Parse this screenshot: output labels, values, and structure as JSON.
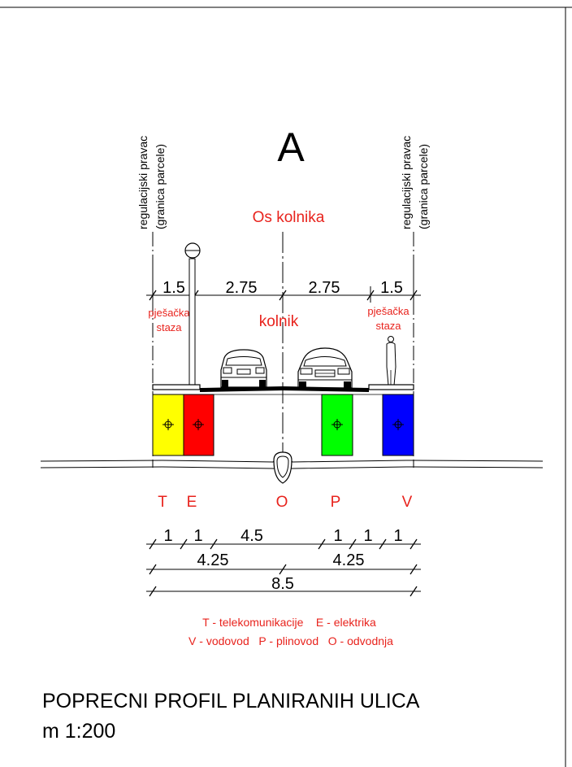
{
  "section_letter": "A",
  "boundary_label": {
    "left": {
      "line1": "regulacijski pravac",
      "line2": "(granica parcele)"
    },
    "right": {
      "line1": "regulacijski pravac",
      "line2": "(granica parcele)"
    }
  },
  "axis_label": "Os kolnika",
  "zones": {
    "sidewalk_left": {
      "line1": "pješačka",
      "line2": "staza"
    },
    "roadway": "kolnik",
    "sidewalk_right": {
      "line1": "pješačka",
      "line2": "staza"
    }
  },
  "top_dimensions": [
    "1.5",
    "2.75",
    "2.75",
    "1.5"
  ],
  "utilities": [
    {
      "code": "T",
      "color": "#ffff00"
    },
    {
      "code": "E",
      "color": "#ff0000"
    },
    {
      "code": "O",
      "color": "#ffffff"
    },
    {
      "code": "P",
      "color": "#00ff00"
    },
    {
      "code": "V",
      "color": "#0000ff"
    }
  ],
  "bottom_dimensions": {
    "row1": [
      "1",
      "1",
      "4.5",
      "1",
      "1",
      "1"
    ],
    "row2": [
      "4.25",
      "4.25"
    ],
    "row3": [
      "8.5"
    ]
  },
  "legend": {
    "line1": "T - telekomunikacije    E - elektrika",
    "line2": "V - vodovod   P - plinovod   O - odvodnja"
  },
  "title": "POPRECNI PROFIL PLANIRANIH ULICA",
  "scale": "m 1:200"
}
